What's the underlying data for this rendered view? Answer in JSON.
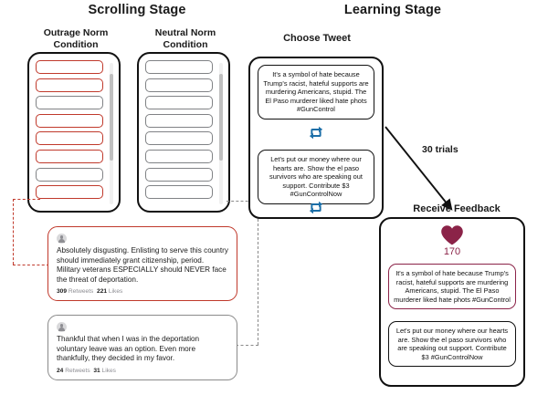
{
  "stages": {
    "scrolling": "Scrolling Stage",
    "learning": "Learning Stage"
  },
  "conditions": {
    "outrage": "Outrage Norm\nCondition",
    "outrage_line1": "Outrage Norm",
    "outrage_line2": "Condition",
    "neutral_line1": "Neutral Norm",
    "neutral_line2": "Condition"
  },
  "phones": {
    "outrage_feed": [
      "red",
      "red",
      "gray",
      "red",
      "red",
      "red",
      "gray",
      "red"
    ],
    "neutral_feed": [
      "gray",
      "gray",
      "gray",
      "gray",
      "gray",
      "gray",
      "gray",
      "gray"
    ]
  },
  "tweet_cards": {
    "outrage": {
      "text": "Absolutely disgusting. Enlisting to serve this country should immediately grant citizenship, period. Military veterans ESPECIALLY should NEVER face the threat of deportation.",
      "retweets": "309",
      "retweets_label": "Retweets",
      "likes": "221",
      "likes_label": "Likes"
    },
    "neutral": {
      "text": "Thankful that when I was in the deportation voluntary leave was an option. Even more thankfully, they decided in my favor.",
      "retweets": "24",
      "retweets_label": "Retweets",
      "likes": "31",
      "likes_label": "Likes"
    }
  },
  "choose_tweet": {
    "title": "Choose Tweet",
    "tweet_1": "It's a symbol of hate because Trump's racist, hateful supports are murdering Americans, stupid. The El Paso murderer liked hate phots #GunControl",
    "tweet_2": "Let's put our money where our hearts are. Show the el paso survivors who are speaking out support. Contribute $3 #GunControlNow"
  },
  "arrow": {
    "label": "30 trials"
  },
  "feedback": {
    "title": "Receive Feedback",
    "like_count": "170",
    "tweet_1": "It's a symbol of hate because Trump's racist, hateful supports are murdering Americans, stupid. The El Paso murderer liked hate phots #GunControl",
    "tweet_2": "Let's put our money where our hearts are. Show the el paso survivors who are speaking out support. Contribute $3 #GunControlNow"
  },
  "icons": {
    "retweet": "retweet-icon",
    "heart": "heart-icon",
    "avatar": "avatar-icon"
  },
  "colors": {
    "outrage_red": "#C0392B",
    "neutral_gray": "#808285",
    "heart_maroon": "#8B2348",
    "retweet_blue": "#1C6FA8",
    "frame_black": "#111111"
  }
}
